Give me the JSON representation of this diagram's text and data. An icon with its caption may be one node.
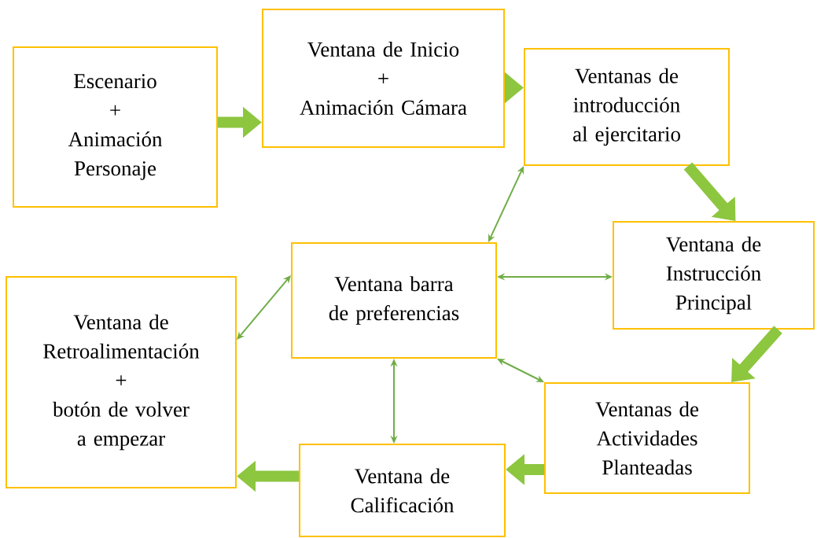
{
  "diagram": {
    "nodes": [
      {
        "text": [
          "Escenario",
          "+",
          "Animación Personaje"
        ]
      },
      {
        "text": [
          "Ventana de Inicio",
          "+",
          "Animación Cámara"
        ]
      },
      {
        "text": [
          "Ventanas de introducción al ejercitario"
        ]
      },
      {
        "text": [
          "Ventana de Instrucción Principal"
        ]
      },
      {
        "text": [
          "Ventana barra de preferencias"
        ]
      },
      {
        "text": [
          "Ventana de Retroalimentación",
          "+",
          "botón de volver a empezar"
        ]
      },
      {
        "text": [
          "Ventanas de Actividades Planteadas"
        ]
      },
      {
        "text": [
          "Ventana de Calificación"
        ]
      }
    ],
    "edges": [
      {
        "from": 0,
        "to": 1,
        "arrow": "to",
        "style": "thick"
      },
      {
        "from": 1,
        "to": 2,
        "arrow": "to",
        "style": "thick"
      },
      {
        "from": 2,
        "to": 3,
        "arrow": "to",
        "style": "thick"
      },
      {
        "from": 3,
        "to": 6,
        "arrow": "to",
        "style": "thick"
      },
      {
        "from": 6,
        "to": 7,
        "arrow": "to",
        "style": "thick"
      },
      {
        "from": 7,
        "to": 5,
        "arrow": "to",
        "style": "thick"
      },
      {
        "from": 2,
        "to": 4,
        "arrow": "both"
      },
      {
        "from": 4,
        "to": 3,
        "arrow": "both"
      },
      {
        "from": 4,
        "to": 5,
        "arrow": "both"
      },
      {
        "from": 4,
        "to": 6,
        "arrow": "both"
      },
      {
        "from": 4,
        "to": 7,
        "arrow": "both"
      }
    ]
  }
}
